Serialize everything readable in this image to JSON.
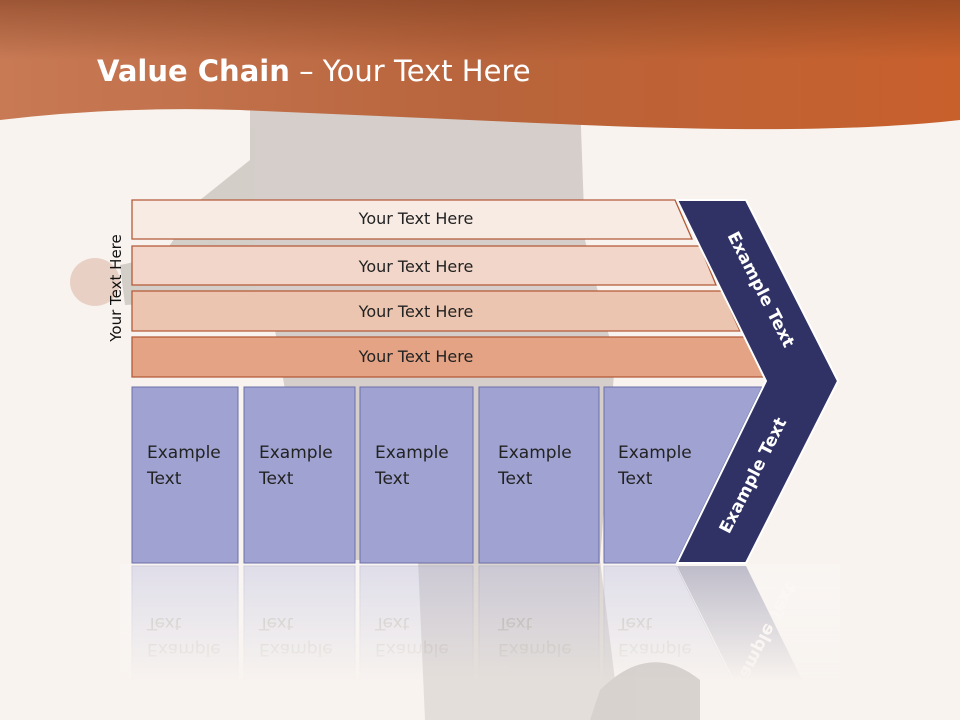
{
  "slide": {
    "title_bold": "Value Chain",
    "title_rest": " – Your Text Here",
    "side_label": "Your Text Here"
  },
  "support_activities": [
    "Your Text Here",
    "Your Text Here",
    "Your Text Here",
    "Your Text Here"
  ],
  "primary_activities": [
    {
      "line1": "Example",
      "line2": "Text"
    },
    {
      "line1": "Example",
      "line2": "Text"
    },
    {
      "line1": "Example",
      "line2": "Text"
    },
    {
      "line1": "Example",
      "line2": "Text"
    },
    {
      "line1": "Example",
      "line2": "Text"
    }
  ],
  "margin": {
    "upper_label": "Example Text",
    "lower_label": "Example Text"
  },
  "colors": {
    "header_orange": "#c8683a",
    "bar_1": "#f7ebe4",
    "bar_2": "#f2d6c9",
    "bar_3": "#ecc5b0",
    "bar_4": "#e3a384",
    "bar_stroke": "#b45a37",
    "primary_fill": "#a0a3d2",
    "primary_stroke": "#6a6fa8",
    "margin_navy": "#303266"
  }
}
